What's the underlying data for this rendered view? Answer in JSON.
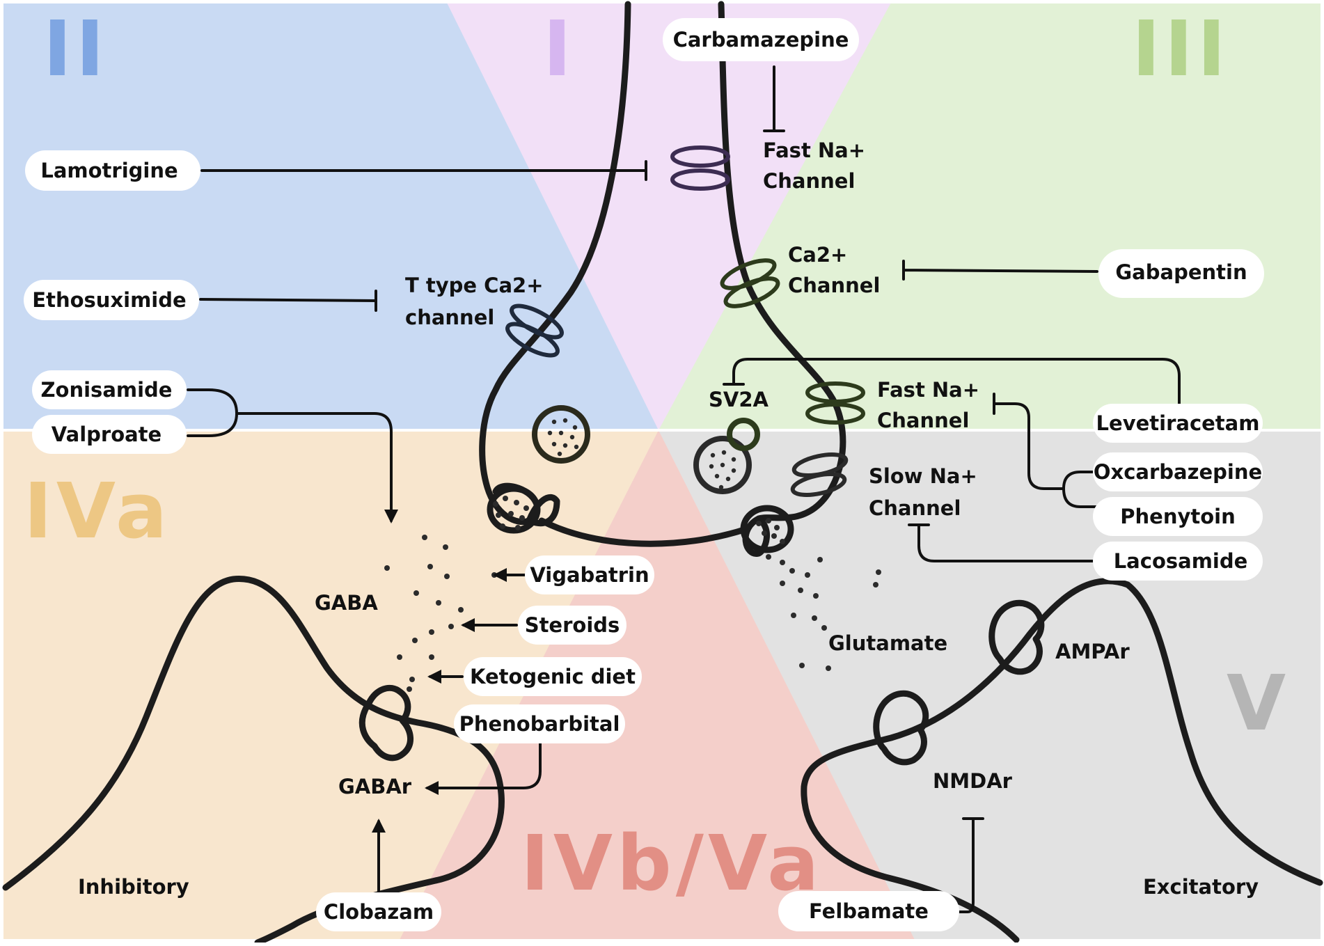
{
  "colors": {
    "region_I": "#f2e0f7",
    "region_II": "#c9daf3",
    "region_III": "#e2f1d6",
    "region_IVa": "#f8e6ce",
    "region_IVb": "#f4cfca",
    "region_V": "#e2e2e2",
    "roman_I": "#d6b6f0",
    "roman_II": "#7fa6e2",
    "roman_III": "#b5d48f",
    "roman_IVa": "#edc784",
    "roman_IVb": "#e28f85",
    "roman_V": "#b5b5b5"
  },
  "regions": {
    "I": "I",
    "II": "II",
    "III": "III",
    "IVa": "IVa",
    "IVb": "IVb/Va",
    "V": "V"
  },
  "drugs": {
    "carbamazepine": "Carbamazepine",
    "lamotrigine": "Lamotrigine",
    "ethosuximide": "Ethosuximide",
    "zonisamide": "Zonisamide",
    "valproate": "Valproate",
    "gabapentin": "Gabapentin",
    "levetiracetam": "Levetiracetam",
    "oxcarbazepine": "Oxcarbazepine",
    "phenytoin": "Phenytoin",
    "lacosamide": "Lacosamide",
    "vigabatrin": "Vigabatrin",
    "steroids": "Steroids",
    "ketogenic": "Ketogenic diet",
    "phenobarbital": "Phenobarbital",
    "clobazam": "Clobazam",
    "felbamate": "Felbamate"
  },
  "labels": {
    "fast_na_top_1": "Fast Na+",
    "fast_na_top_2": "Channel",
    "ca_1": "Ca2+",
    "ca_2": "Channel",
    "t_type_1": "T type Ca2+",
    "t_type_2": "channel",
    "sv2a": "SV2A",
    "fast_na_mid_1": "Fast Na+",
    "fast_na_mid_2": "Channel",
    "slow_na_1": "Slow Na+",
    "slow_na_2": "Channel",
    "gaba": "GABA",
    "gabar": "GABAr",
    "glutamate": "Glutamate",
    "ampar": "AMPAr",
    "nmdar": "NMDAr",
    "inhibitory": "Inhibitory",
    "excitatory": "Excitatory"
  }
}
